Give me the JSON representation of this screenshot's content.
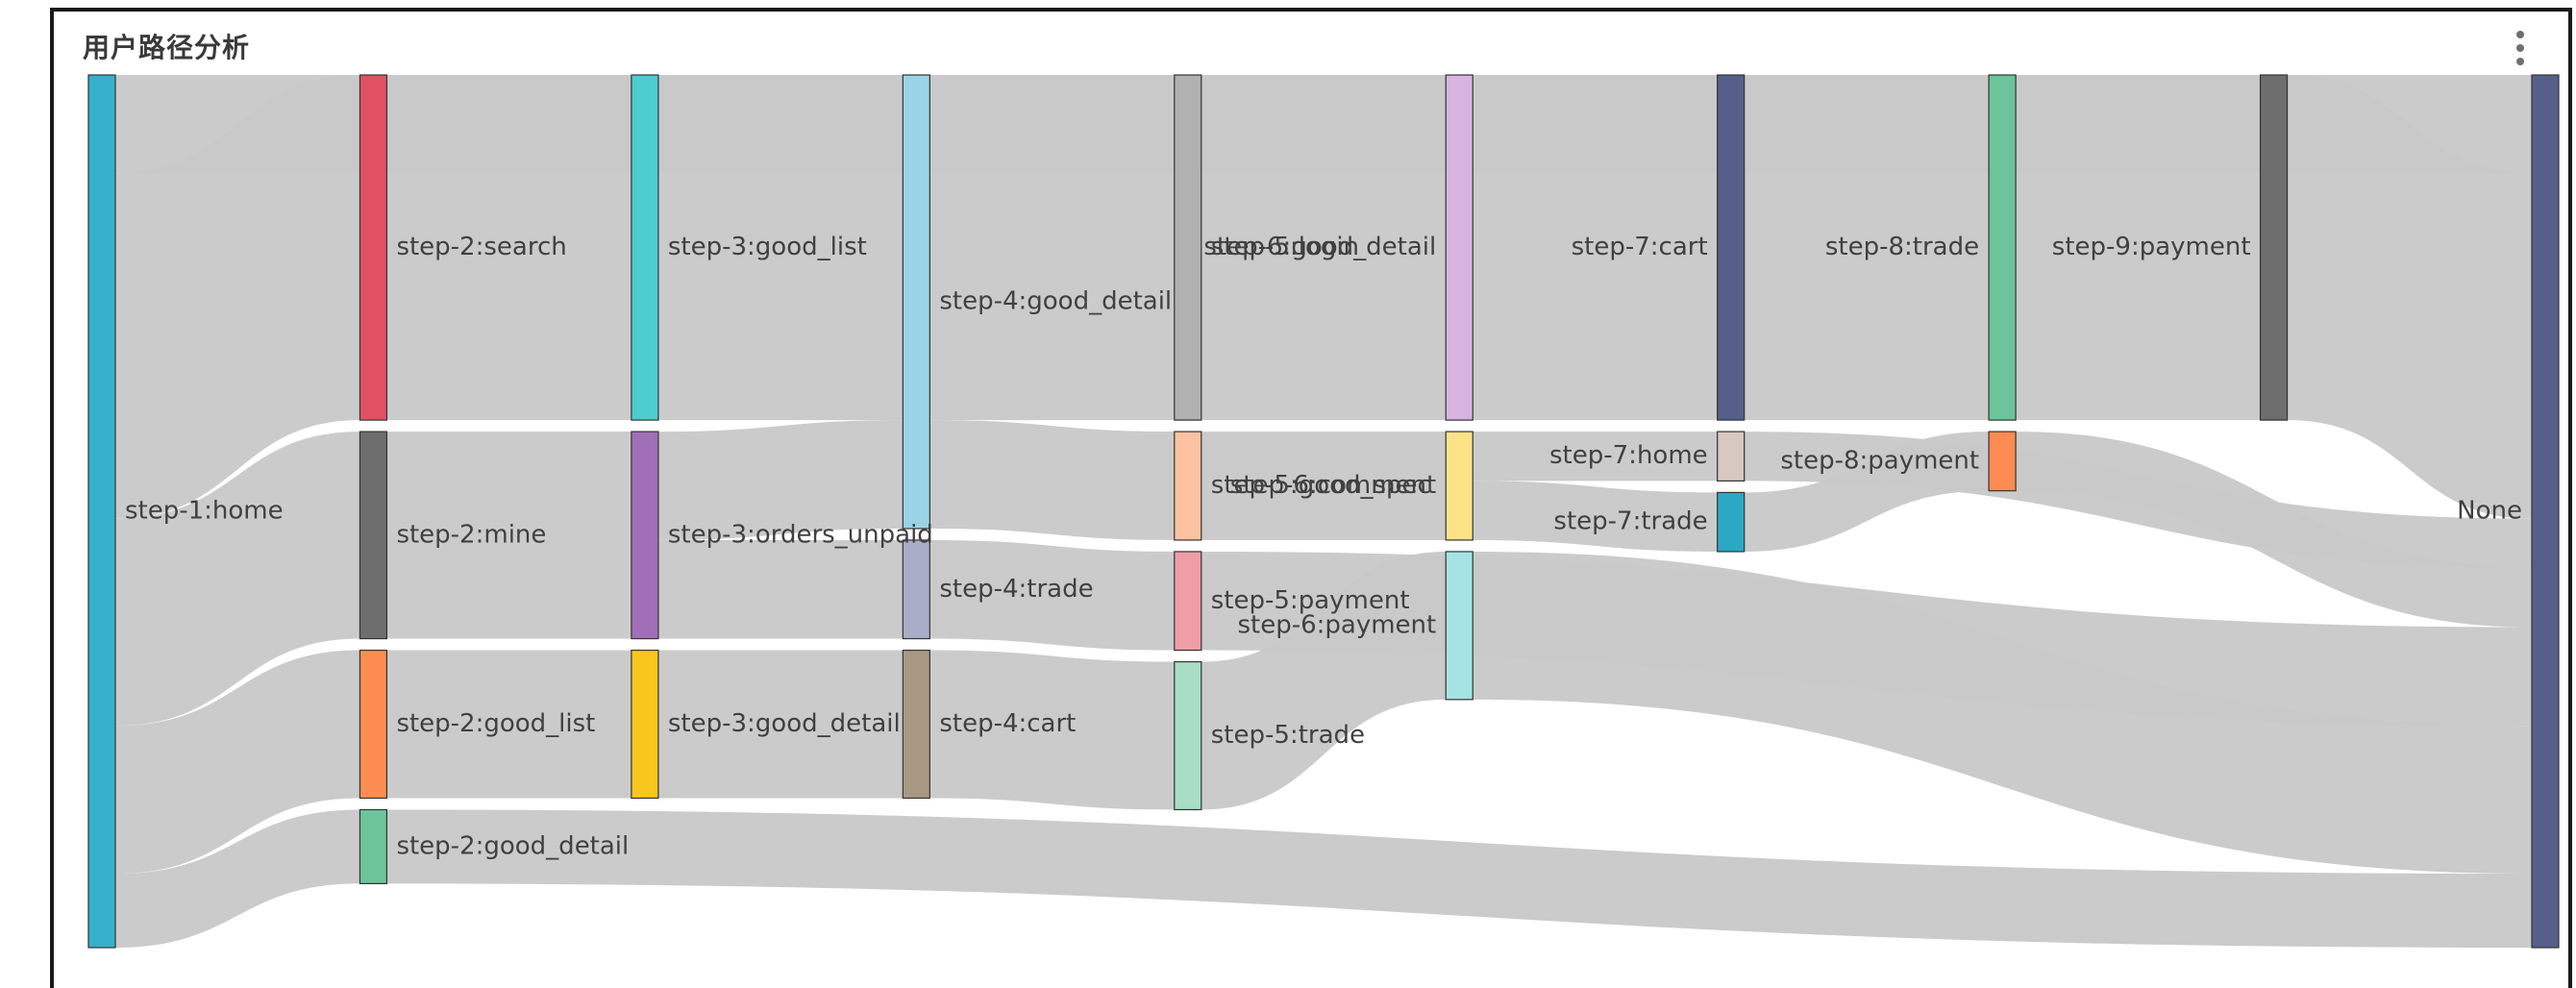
{
  "panel": {
    "title": "用户路径分析",
    "menu_icon": "more-vertical-icon"
  },
  "chart_data": {
    "type": "sankey",
    "title": "",
    "link_color": "#c8c8c8",
    "nodes": [
      {
        "name": "step-1:home",
        "step": 1,
        "color": "#36b0cc"
      },
      {
        "name": "step-2:search",
        "step": 2,
        "color": "#e05263"
      },
      {
        "name": "step-2:mine",
        "step": 2,
        "color": "#6e6e6e"
      },
      {
        "name": "step-2:good_list",
        "step": 2,
        "color": "#fc8c52"
      },
      {
        "name": "step-2:good_detail",
        "step": 2,
        "color": "#6cc49a"
      },
      {
        "name": "step-3:good_list",
        "step": 3,
        "color": "#4ccdd0"
      },
      {
        "name": "step-3:orders_unpaid",
        "step": 3,
        "color": "#a06fb8"
      },
      {
        "name": "step-3:good_detail",
        "step": 3,
        "color": "#f8c61c"
      },
      {
        "name": "step-4:good_detail",
        "step": 4,
        "color": "#9ad3e6"
      },
      {
        "name": "step-4:trade",
        "step": 4,
        "color": "#a9adc7"
      },
      {
        "name": "step-4:cart",
        "step": 4,
        "color": "#a99883"
      },
      {
        "name": "step-5:login",
        "step": 5,
        "color": "#b1b1b1"
      },
      {
        "name": "step-5:good_spec",
        "step": 5,
        "color": "#fcc2a2"
      },
      {
        "name": "step-5:payment",
        "step": 5,
        "color": "#ef9ea8"
      },
      {
        "name": "step-5:trade",
        "step": 5,
        "color": "#a9ddc5"
      },
      {
        "name": "step-6:good_detail",
        "step": 6,
        "color": "#d8b5e0"
      },
      {
        "name": "step-6:comment",
        "step": 6,
        "color": "#fde287"
      },
      {
        "name": "step-6:payment",
        "step": 6,
        "color": "#a5e3e5"
      },
      {
        "name": "step-7:cart",
        "step": 7,
        "color": "#555f8a"
      },
      {
        "name": "step-7:home",
        "step": 7,
        "color": "#d7c9c1"
      },
      {
        "name": "step-7:trade",
        "step": 7,
        "color": "#2ba9c4"
      },
      {
        "name": "step-8:trade",
        "step": 8,
        "color": "#6cc49a"
      },
      {
        "name": "step-8:payment",
        "step": 8,
        "color": "#fc8c52"
      },
      {
        "name": "step-9:payment",
        "step": 9,
        "color": "#6e6e6e"
      },
      {
        "name": "None",
        "step": 10,
        "color": "#555f8a"
      }
    ],
    "links": [
      {
        "source": "step-1:home",
        "target": "None",
        "value": 10
      },
      {
        "source": "step-1:home",
        "target": "step-2:search",
        "value": 35
      },
      {
        "source": "step-1:home",
        "target": "step-2:mine",
        "value": 21
      },
      {
        "source": "step-1:home",
        "target": "step-2:good_list",
        "value": 15
      },
      {
        "source": "step-1:home",
        "target": "step-2:good_detail",
        "value": 7.5
      },
      {
        "source": "step-2:search",
        "target": "step-3:good_list",
        "value": 35
      },
      {
        "source": "step-2:mine",
        "target": "step-3:orders_unpaid",
        "value": 21
      },
      {
        "source": "step-2:good_list",
        "target": "step-3:good_detail",
        "value": 15
      },
      {
        "source": "step-2:good_detail",
        "target": "None",
        "value": 7.5
      },
      {
        "source": "step-3:good_list",
        "target": "step-4:good_detail",
        "value": 35
      },
      {
        "source": "step-3:orders_unpaid",
        "target": "step-4:good_detail",
        "value": 11
      },
      {
        "source": "step-3:orders_unpaid",
        "target": "step-4:trade",
        "value": 10
      },
      {
        "source": "step-3:good_detail",
        "target": "step-4:cart",
        "value": 15
      },
      {
        "source": "step-4:good_detail",
        "target": "step-5:login",
        "value": 35
      },
      {
        "source": "step-4:good_detail",
        "target": "step-5:good_spec",
        "value": 11
      },
      {
        "source": "step-4:trade",
        "target": "step-5:payment",
        "value": 10
      },
      {
        "source": "step-4:cart",
        "target": "step-5:trade",
        "value": 15
      },
      {
        "source": "step-5:login",
        "target": "step-6:good_detail",
        "value": 35
      },
      {
        "source": "step-5:good_spec",
        "target": "step-6:comment",
        "value": 11
      },
      {
        "source": "step-5:payment",
        "target": "None",
        "value": 10
      },
      {
        "source": "step-5:trade",
        "target": "step-6:payment",
        "value": 15
      },
      {
        "source": "step-6:good_detail",
        "target": "step-7:cart",
        "value": 35
      },
      {
        "source": "step-6:comment",
        "target": "step-7:home",
        "value": 5
      },
      {
        "source": "step-6:comment",
        "target": "step-7:trade",
        "value": 6
      },
      {
        "source": "step-6:payment",
        "target": "None",
        "value": 15
      },
      {
        "source": "step-7:cart",
        "target": "step-8:trade",
        "value": 35
      },
      {
        "source": "step-7:home",
        "target": "None",
        "value": 5
      },
      {
        "source": "step-7:trade",
        "target": "step-8:payment",
        "value": 6
      },
      {
        "source": "step-8:trade",
        "target": "step-9:payment",
        "value": 35
      },
      {
        "source": "step-8:payment",
        "target": "None",
        "value": 6
      },
      {
        "source": "step-9:payment",
        "target": "None",
        "value": 35
      }
    ]
  }
}
